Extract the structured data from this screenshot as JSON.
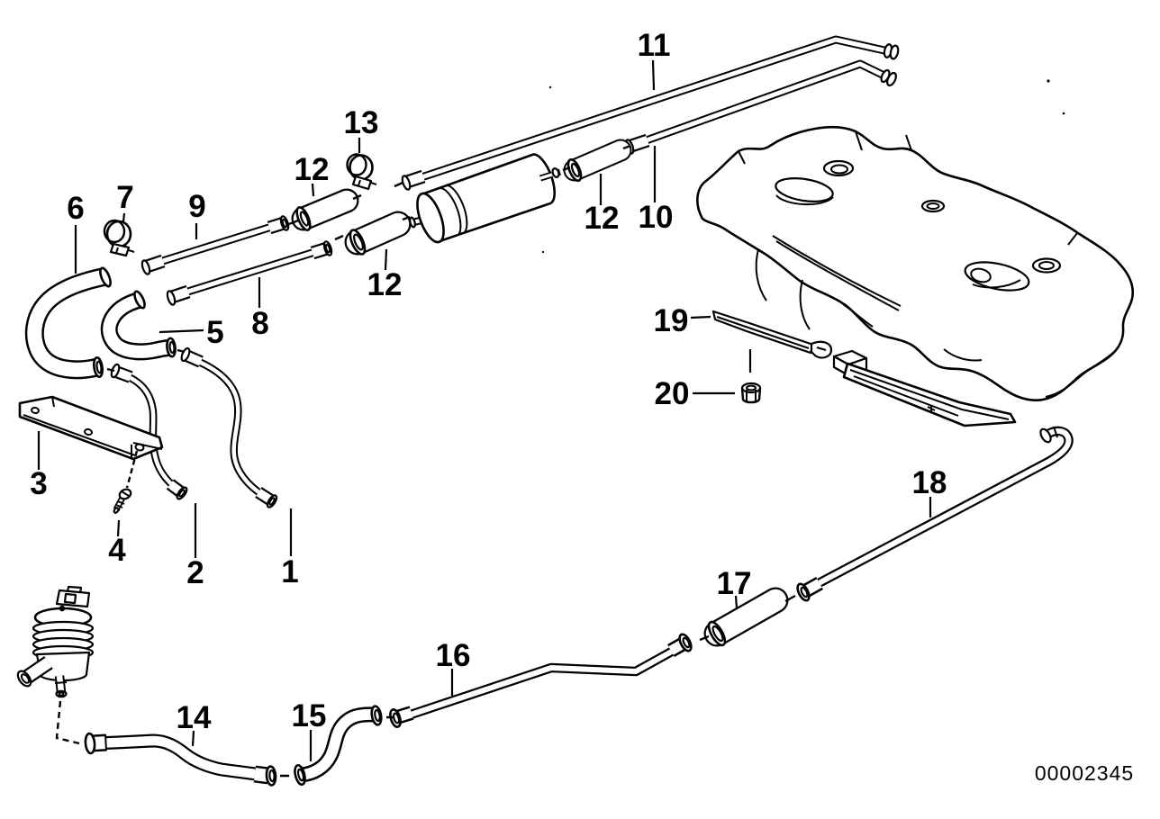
{
  "diagram": {
    "drawing_number": "00002345",
    "callouts": {
      "n1": "1",
      "n2": "2",
      "n3": "3",
      "n4": "4",
      "n5": "5",
      "n6": "6",
      "n7": "7",
      "n8": "8",
      "n9": "9",
      "n10": "10",
      "n11": "11",
      "n12a": "12",
      "n12b": "12",
      "n12c": "12",
      "n13": "13",
      "n14": "14",
      "n15": "15",
      "n16": "16",
      "n17": "17",
      "n18": "18",
      "n19": "19",
      "n20": "20"
    }
  }
}
